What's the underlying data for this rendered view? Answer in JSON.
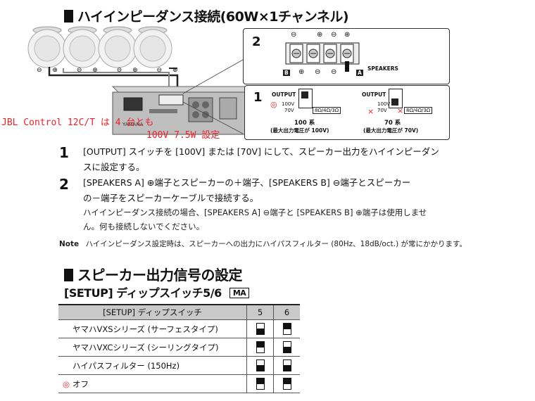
{
  "section1": {
    "title": "ハイインピーダンス接続(60W×1チャンネル)"
  },
  "diagram": {
    "panel2": {
      "number": "2",
      "minus_top_left": "⊖",
      "plus_top_mid": "⊕",
      "minus_top_right": "⊖",
      "plus_top_right": "⊕",
      "speakers_label": "SPEAKERS",
      "term_b": "B",
      "term_a": "A",
      "minus_bottom": "⊖",
      "plus_bottom": "⊕",
      "minus_bottom2": "⊖"
    },
    "panel1": {
      "number": "1",
      "left": {
        "output_label": "OUTPUT",
        "v100": "100V",
        "v70": "70V",
        "ohm": "8Ω/4Ω/3Ω",
        "series": "100 系",
        "max": "(最大出力電圧が 100V)"
      },
      "right": {
        "output_label": "OUTPUT",
        "v100": "100V",
        "v70": "70V",
        "ohm": "8Ω/4Ω/3Ω",
        "series": "70 系",
        "max": "(最大出力電圧が 70V)"
      }
    },
    "speaker_polarity": [
      "⊖",
      "⊕",
      "⊖",
      "⊕",
      "⊖",
      "⊕",
      "⊖",
      "⊕"
    ],
    "amp_brand": "YAMAHA"
  },
  "annotation": {
    "line1": "JBL Control 12C/T は 4 台とも",
    "line2": "100V 7.5W 設定",
    "color": "#e8232a"
  },
  "steps": [
    {
      "num": "1",
      "lines": [
        "[OUTPUT] スイッチを [100V] または [70V] にして、スピーカー出力をハイインピーダン",
        "スに設定する。"
      ]
    },
    {
      "num": "2",
      "lines": [
        "[SPEAKERS A] ⊕端子とスピーカーの＋端子、[SPEAKERS B] ⊖端子とスピーカー",
        "の－端子をスピーカーケーブルで接続する。"
      ],
      "sub": [
        "ハイインピーダンス接続の場合、[SPEAKERS A] ⊖端子と [SPEAKERS B] ⊕端子は使用しませ",
        "ん。何も接続しないでください。"
      ]
    }
  ],
  "note": {
    "label": "Note",
    "text": "ハイインピーダンス設定時は、スピーカーへの出力にハイパスフィルター (80Hz、18dB/oct.) が常にかかります。"
  },
  "section2": {
    "title": "スピーカー出力信号の設定",
    "subtitle": "[SETUP] ディップスイッチ5/6",
    "badge": "MA"
  },
  "table": {
    "headers": [
      "[SETUP] ディップスイッチ",
      "5",
      "6"
    ],
    "rows": [
      {
        "label": "ヤマハVXSシリーズ (サーフェスタイプ)",
        "s5": "down",
        "s6": "up",
        "mark": ""
      },
      {
        "label": "ヤマハVXCシリーズ (シーリングタイプ)",
        "s5": "up",
        "s6": "down",
        "mark": ""
      },
      {
        "label": "ハイパスフィルター (150Hz)",
        "s5": "down",
        "s6": "down",
        "mark": ""
      },
      {
        "label": "オフ",
        "s5": "up",
        "s6": "up",
        "mark": "◎"
      }
    ]
  }
}
